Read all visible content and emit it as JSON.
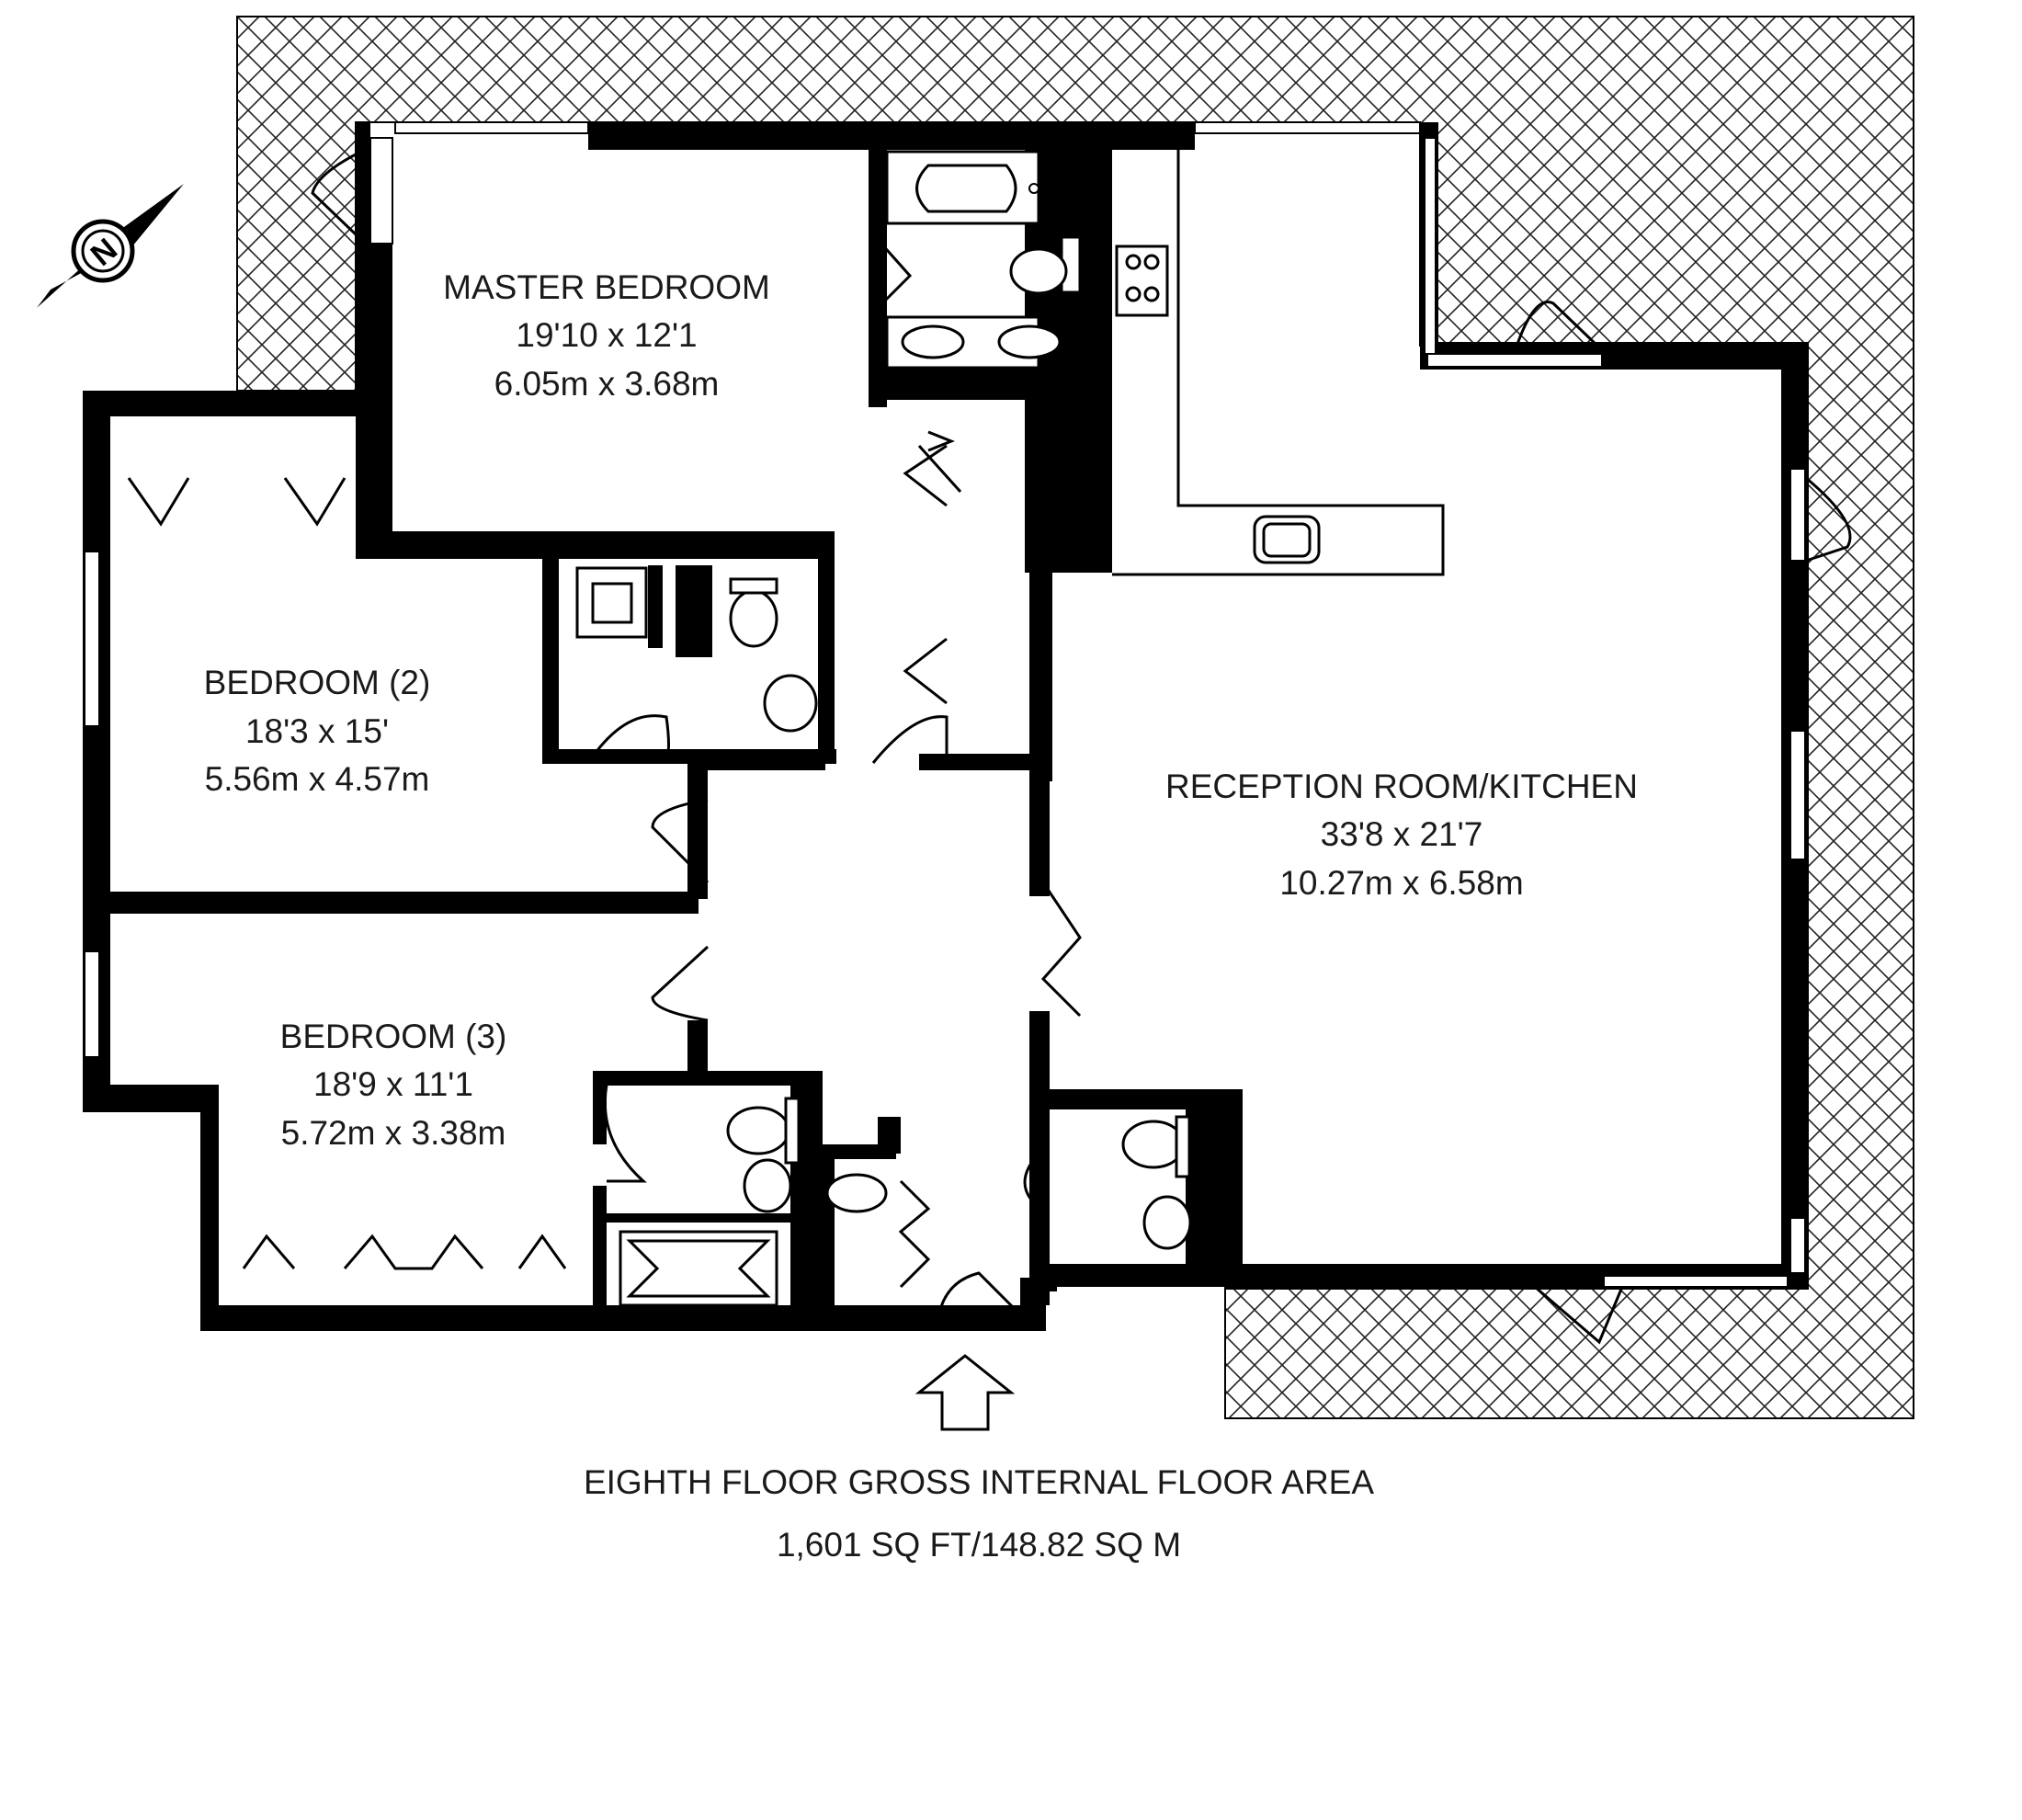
{
  "rooms": {
    "master_bedroom": {
      "name": "MASTER BEDROOM",
      "imperial": "19'10 x 12'1",
      "metric": "6.05m x 3.68m"
    },
    "bedroom_2": {
      "name": "BEDROOM (2)",
      "imperial": "18'3 x 15'",
      "metric": "5.56m x 4.57m"
    },
    "bedroom_3": {
      "name": "BEDROOM (3)",
      "imperial": "18'9 x 11'1",
      "metric": "5.72m x 3.38m"
    },
    "reception": {
      "name": "RECEPTION ROOM/KITCHEN",
      "imperial": "33'8 x 21'7",
      "metric": "10.27m x 6.58m"
    }
  },
  "caption": {
    "title": "EIGHTH FLOOR GROSS INTERNAL FLOOR AREA",
    "area": "1,601 SQ FT/148.82 SQ M"
  },
  "compass": {
    "letter": "N"
  },
  "colors": {
    "wall": "#000000",
    "background": "#ffffff",
    "terrace_hatch": "#222222"
  }
}
